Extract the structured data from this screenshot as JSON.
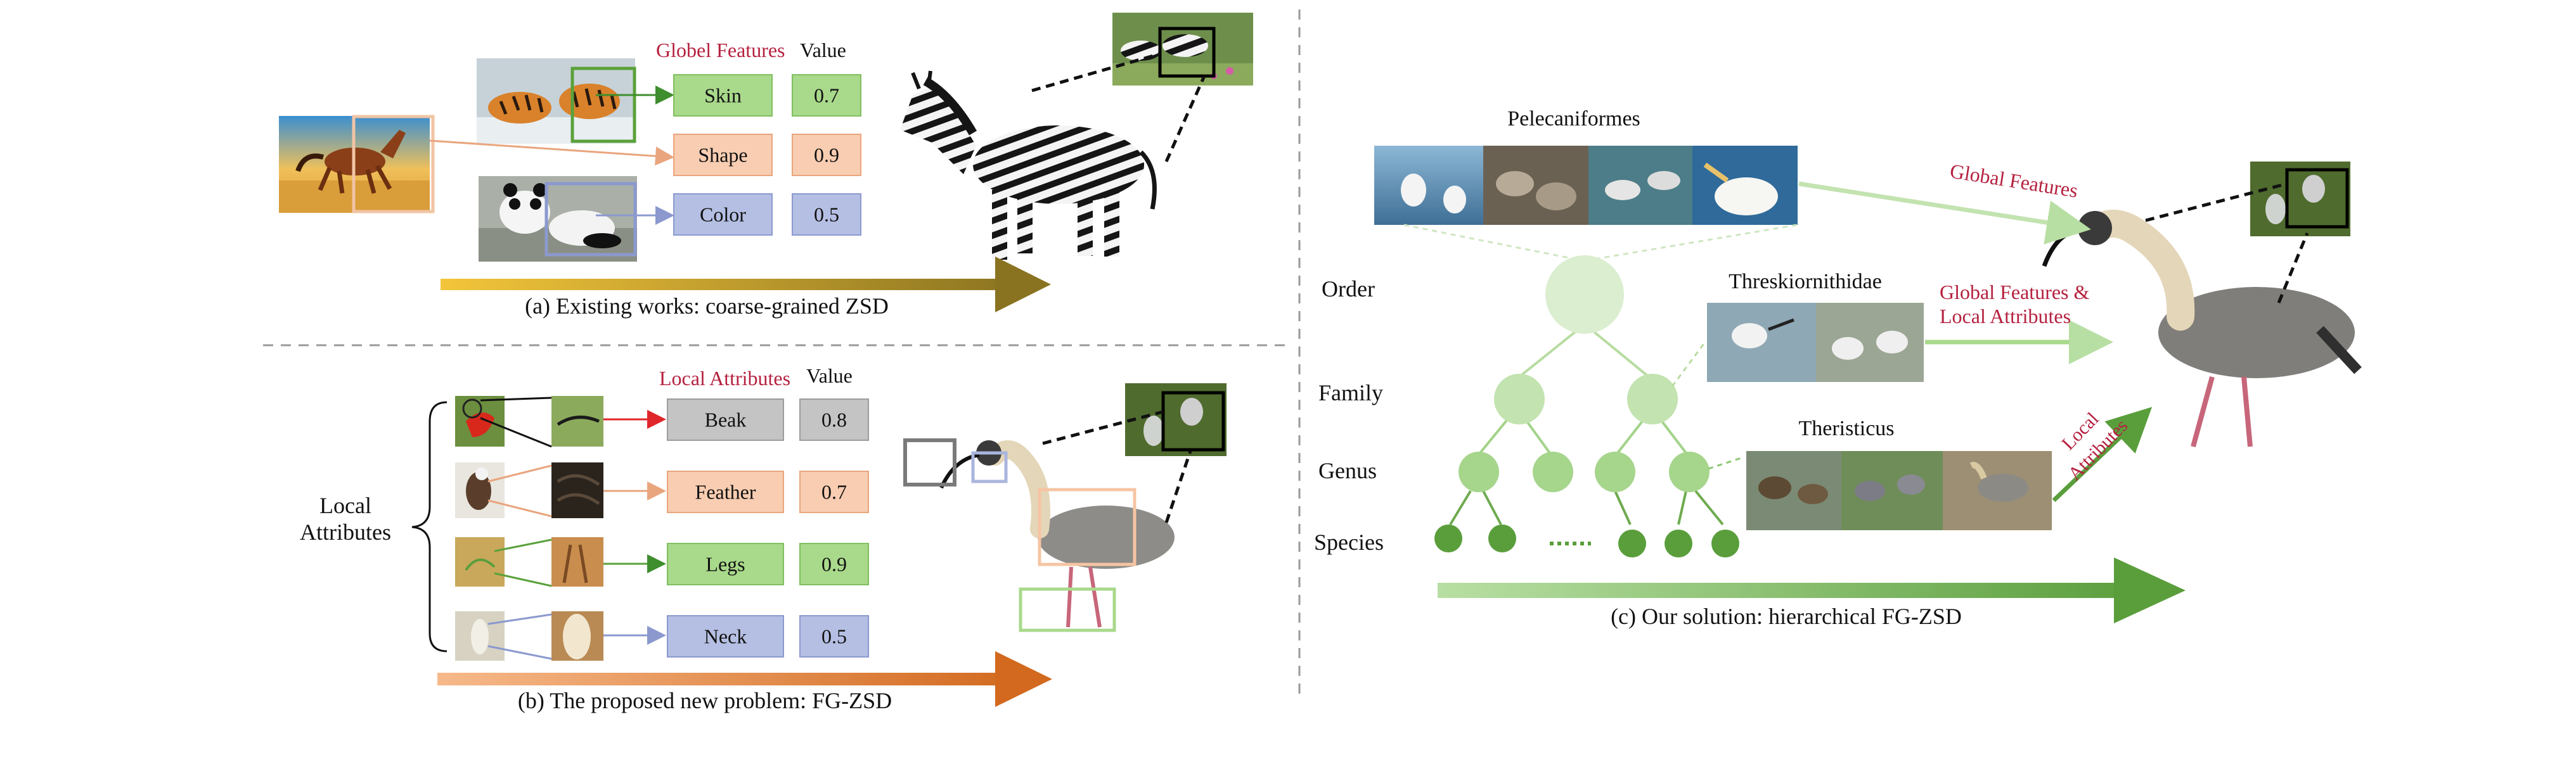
{
  "panel_a": {
    "header_features": "Globel Features",
    "header_value": "Value",
    "rows": [
      {
        "label": "Skin",
        "value": "0.7",
        "fill": "#a9d98b",
        "stroke": "#7fbf5f"
      },
      {
        "label": "Shape",
        "value": "0.9",
        "fill": "#f8cdb1",
        "stroke": "#e9a57e"
      },
      {
        "label": "Color",
        "value": "0.5",
        "fill": "#b5bfe3",
        "stroke": "#8b99cf"
      }
    ],
    "caption": "(a) Existing works: coarse-grained ZSD",
    "arrow_start": "#f3c53a",
    "arrow_end": "#8a7320"
  },
  "panel_b": {
    "header_features": "Local Attributes",
    "header_value": "Value",
    "side_label_1": "Local",
    "side_label_2": "Attributes",
    "rows": [
      {
        "label": "Beak",
        "value": "0.8",
        "fill": "#c4c4c4",
        "stroke": "#9c9c9c"
      },
      {
        "label": "Feather",
        "value": "0.7",
        "fill": "#f8cdb1",
        "stroke": "#e9a57e"
      },
      {
        "label": "Legs",
        "value": "0.9",
        "fill": "#a9d98b",
        "stroke": "#7fbf5f"
      },
      {
        "label": "Neck",
        "value": "0.5",
        "fill": "#b5bfe3",
        "stroke": "#8b99cf"
      }
    ],
    "caption": "(b) The proposed new problem: FG-ZSD",
    "arrow_start": "#f6b98a",
    "arrow_end": "#d2691e"
  },
  "panel_c": {
    "levels": [
      "Order",
      "Family",
      "Genus",
      "Species"
    ],
    "taxa": {
      "order": "Pelecaniformes",
      "family": "Threskiornithidae",
      "genus": "Theristicus"
    },
    "arrow_labels": {
      "global": "Global Features",
      "global_local_1": "Global Features &",
      "global_local_2": "Local Attributes",
      "local_1": "Local",
      "local_2": "Attributes"
    },
    "caption": "(c) Our solution: hierarchical FG-ZSD",
    "arrow_start": "#b8dfa3",
    "arrow_end": "#5a9e3c"
  }
}
